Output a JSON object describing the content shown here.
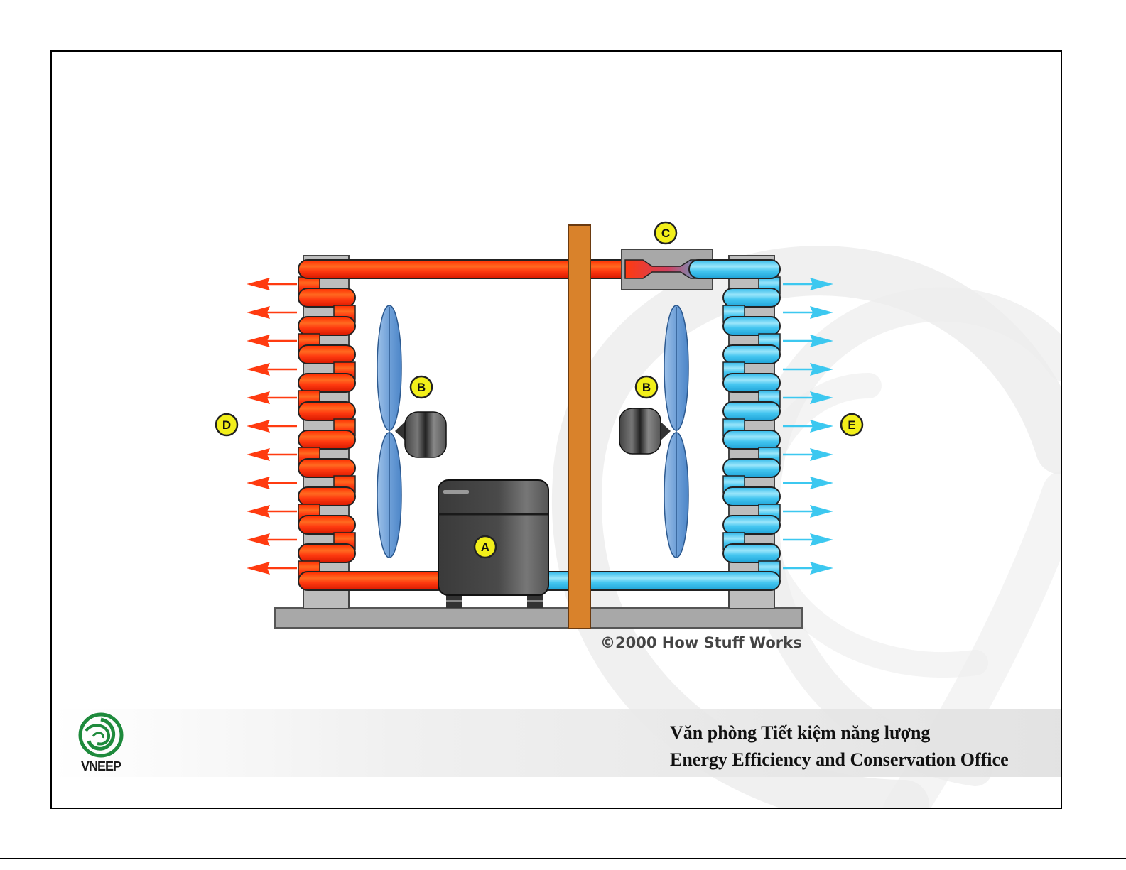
{
  "diagram": {
    "title": "Air conditioner refrigeration cycle",
    "callouts": {
      "compressor": "A",
      "fan_left": "B",
      "fan_right": "B",
      "expansion_valve": "C",
      "hot_side": "D",
      "cold_side": "E"
    },
    "copyright": "©2000 How Stuff Works",
    "hot_arrow_count": 11,
    "cold_arrow_count": 11,
    "colors": {
      "hot_pipe": "#ff3b10",
      "cold_pipe": "#3cc8f0",
      "wall": "#d9822b",
      "base": "#a8a8a8",
      "compressor": "#4a4a4a",
      "fan_blade": "#6fa0d8",
      "callout_fill": "#f2ef1a"
    }
  },
  "footer": {
    "line1": "Văn phòng Tiết kiệm năng lượng",
    "line2": "Energy Efficiency and Conservation Office",
    "logo_text": "VNEEP"
  }
}
